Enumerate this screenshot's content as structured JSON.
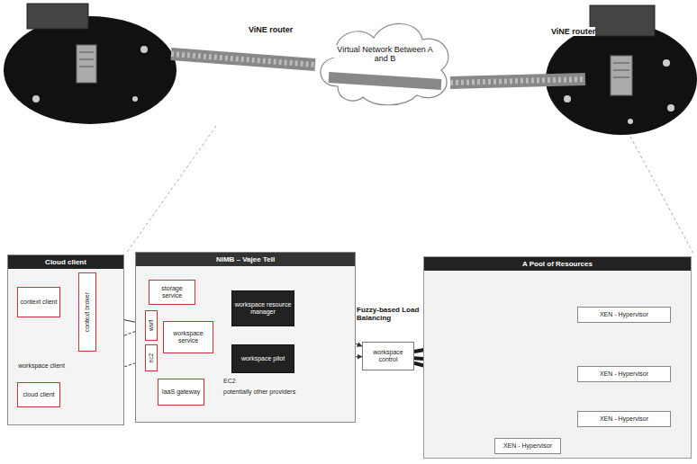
{
  "diagram": {
    "nodes": [
      {
        "text": [
          "Virtual Network Between A and B"
        ]
      },
      {
        "text": [
          "Cloud client"
        ]
      },
      {
        "text": [
          "context client"
        ],
        "in": 1
      },
      {
        "text": [
          "context broker"
        ],
        "in": 1
      },
      {
        "text": [
          "workspace client"
        ],
        "in": 1
      },
      {
        "text": [
          "cloud client"
        ],
        "in": 1
      },
      {
        "text": [
          "NIMB – Vajee Tell"
        ]
      },
      {
        "text": [
          "storage service"
        ],
        "in": 6
      },
      {
        "text": [
          "wsrf"
        ],
        "in": 6
      },
      {
        "text": [
          "ec2"
        ],
        "in": 6
      },
      {
        "text": [
          "workspace service"
        ],
        "in": 6
      },
      {
        "text": [
          "workspace resource manager"
        ],
        "in": 6
      },
      {
        "text": [
          "workspace pilot"
        ],
        "in": 6
      },
      {
        "text": [
          "IaaS gateway"
        ],
        "in": 6
      },
      {
        "text": [
          "workspace control"
        ]
      },
      {
        "text": [
          "A Pool of Resources"
        ]
      },
      {
        "text": [
          "XEN - Hypervisor"
        ],
        "in": 15
      },
      {
        "text": [
          "XEN - Hypervisor"
        ],
        "in": 15
      },
      {
        "text": [
          "XEN - Hypervisor"
        ],
        "in": 15
      },
      {
        "text": [
          "XEN - Hypervisor"
        ],
        "in": 15
      }
    ],
    "edges": [
      {
        "from": 2,
        "to": 3,
        "arrow": "none"
      },
      {
        "from": 3,
        "to": 8,
        "arrow": "to"
      },
      {
        "from": 4,
        "to": 8,
        "arrow": "to"
      },
      {
        "from": 5,
        "to": 9,
        "arrow": "to"
      },
      {
        "from": 10,
        "to": 11,
        "arrow": "to"
      },
      {
        "from": 10,
        "to": 12,
        "arrow": "to"
      },
      {
        "from": 11,
        "to": 14,
        "arrow": "to"
      },
      {
        "from": 12,
        "to": 14,
        "arrow": "to"
      },
      {
        "from": 14,
        "to": 16,
        "arrow": "none"
      },
      {
        "from": 14,
        "to": 17,
        "arrow": "none"
      },
      {
        "from": 14,
        "to": 18,
        "arrow": "none"
      }
    ],
    "labels": [
      "ViNE router",
      "ViNE router",
      "Fuzzy-based Load Balancing",
      "EC2",
      "potentially other providers"
    ]
  }
}
